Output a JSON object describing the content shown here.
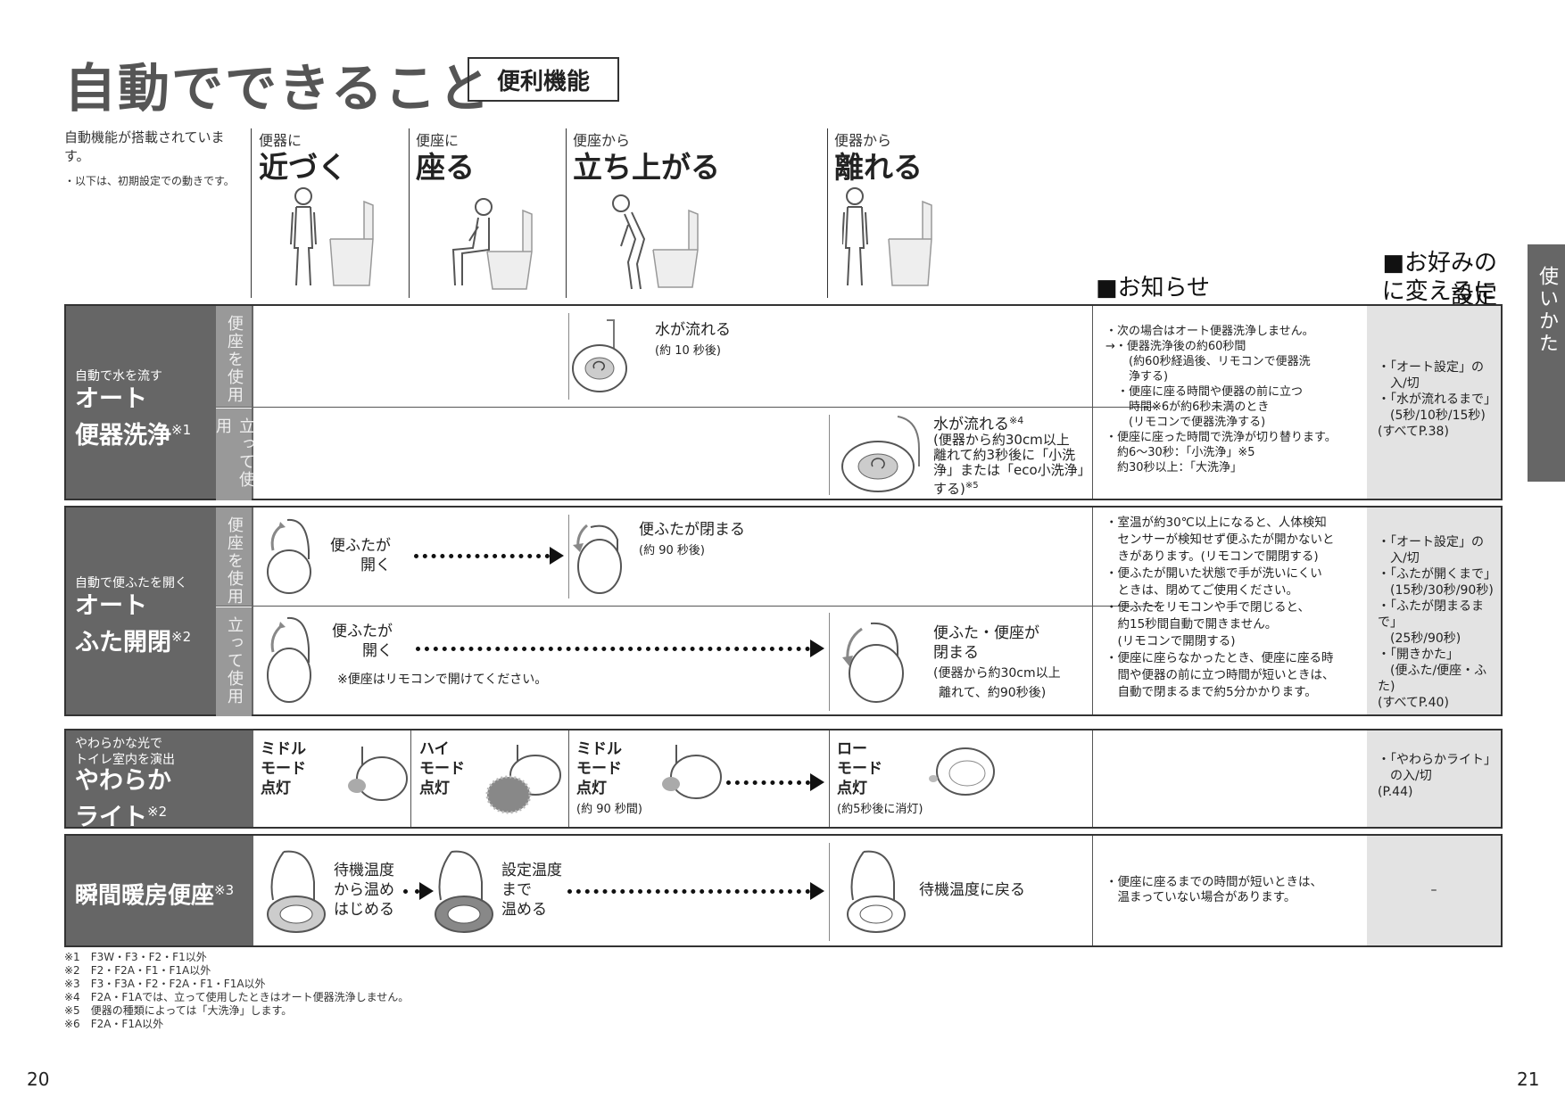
{
  "header": {
    "title": "自動でできること",
    "badge": "便利機能"
  },
  "intro": {
    "text": "自動機能が搭載されています。",
    "note": "・以下は、初期設定での動きです。"
  },
  "actions": [
    {
      "small": "便器に",
      "big": "近づく"
    },
    {
      "small": "便座に",
      "big": "座る"
    },
    {
      "small": "便座から",
      "big": "立ち上がる"
    },
    {
      "small": "便器から",
      "big": "離れる"
    }
  ],
  "columns": {
    "notice": "■お知らせ",
    "setting_line1": "■お好みの設定",
    "setting_line2": "に変えるには"
  },
  "side_tab": "使いかた",
  "modes": {
    "sit": "便座を使用",
    "stand": "立って使用"
  },
  "rows": {
    "flush": {
      "sub": "自動で水を流す",
      "main1": "オート",
      "main2": "便器洗浄",
      "mark": "※1",
      "sit_label": "水が流れる",
      "sit_sub": "(約 10 秒後)",
      "stand_label": "水が流れる",
      "stand_mark": "※4",
      "stand_sub1": "(便器から約30cm以上",
      "stand_sub2": "離れて約3秒後に「小洗",
      "stand_sub3": "浄」または「eco小洗浄」",
      "stand_sub4": "する)",
      "stand_mark2": "※5",
      "notice": [
        "・次の場合はオート便器洗浄しません。",
        "→・便器洗浄後の約60秒間",
        "　　(約60秒経過後、リモコンで便器洗",
        "　　浄する)",
        "　・便座に座る時間や便器の前に立つ",
        "　　時間※6が約6秒未満のとき",
        "　　(リモコンで便器洗浄する)",
        "・便座に座った時間で洗浄が切り替ります。",
        "　約6～30秒：「小洗浄」※5",
        "　約30秒以上：「大洗浄」"
      ],
      "setting": [
        "・「オート設定」の",
        "　入/切",
        "・「水が流れるまで」",
        "　(5秒/10秒/15秒)",
        "(すべてP.38)"
      ]
    },
    "lid": {
      "sub": "自動で便ふたを開く",
      "main1": "オート",
      "main2": "ふた開閉",
      "mark": "※2",
      "sit_open1": "便ふたが",
      "sit_open2": "開く",
      "sit_close": "便ふたが閉まる",
      "sit_close_sub": "(約 90 秒後)",
      "stand_open1": "便ふたが",
      "stand_open2": "開く",
      "stand_note": "※便座はリモコンで開けてください。",
      "stand_close1": "便ふた・便座が",
      "stand_close2": "閉まる",
      "stand_close_sub1": "(便器から約30cm以上",
      "stand_close_sub2": "離れて、約90秒後)",
      "notice": [
        "・室温が約30℃以上になると、人体検知",
        "　センサーが検知せず便ふたが開かないと",
        "　きがあります。(リモコンで開閉する)",
        "・便ふたが開いた状態で手が洗いにくい",
        "　ときは、閉めてご使用ください。",
        "・便ふたをリモコンや手で閉じると、",
        "　約15秒間自動で開きません。",
        "　(リモコンで開閉する)",
        "・便座に座らなかったとき、便座に座る時",
        "　間や便器の前に立つ時間が短いときは、",
        "　自動で閉まるまで約5分かかります。"
      ],
      "setting": [
        "・「オート設定」の",
        "　入/切",
        "・「ふたが開くまで」",
        "　(15秒/30秒/90秒)",
        "・「ふたが閉まるまで」",
        "　(25秒/90秒)",
        "・「開きかた」",
        "　(便ふた/便座・ふた)",
        "(すべてP.40)"
      ]
    },
    "light": {
      "sub1": "やわらかな光で",
      "sub2": "トイレ室内を演出",
      "main1": "やわらか",
      "main2": "ライト",
      "mark": "※2",
      "c1": [
        "ミドル",
        "モード",
        "点灯"
      ],
      "c2": [
        "ハイ",
        "モード",
        "点灯"
      ],
      "c3": [
        "ミドル",
        "モード",
        "点灯"
      ],
      "c3_sub": "(約 90 秒間)",
      "c4": [
        "ロー",
        "モード",
        "点灯"
      ],
      "c4_sub": "(約5秒後に消灯)",
      "setting": [
        "・「やわらかライト」",
        "　の入/切",
        "(P.44)"
      ]
    },
    "heat": {
      "main": "瞬間暖房便座",
      "mark": "※3",
      "a1": [
        "待機温度",
        "から温め",
        "はじめる"
      ],
      "a2": [
        "設定温度",
        "まで",
        "温める"
      ],
      "a3": "待機温度に戻る",
      "notice": [
        "・便座に座るまでの時間が短いときは、",
        "　温まっていない場合があります。"
      ],
      "setting": "–"
    }
  },
  "footnotes": [
    "※1　F3W・F3・F2・F1以外",
    "※2　F2・F2A・F1・F1A以外",
    "※3　F3・F3A・F2・F2A・F1・F1A以外",
    "※4　F2A・F1Aでは、立って使用したときはオート便器洗浄しません。",
    "※5　便器の種類によっては「大洗浄」します。",
    "※6　F2A・F1A以外"
  ],
  "pages": {
    "left": "20",
    "right": "21"
  },
  "colors": {
    "dark_panel": "#666666",
    "mode_panel": "#999999",
    "setting_bg": "#e3e3e3"
  }
}
